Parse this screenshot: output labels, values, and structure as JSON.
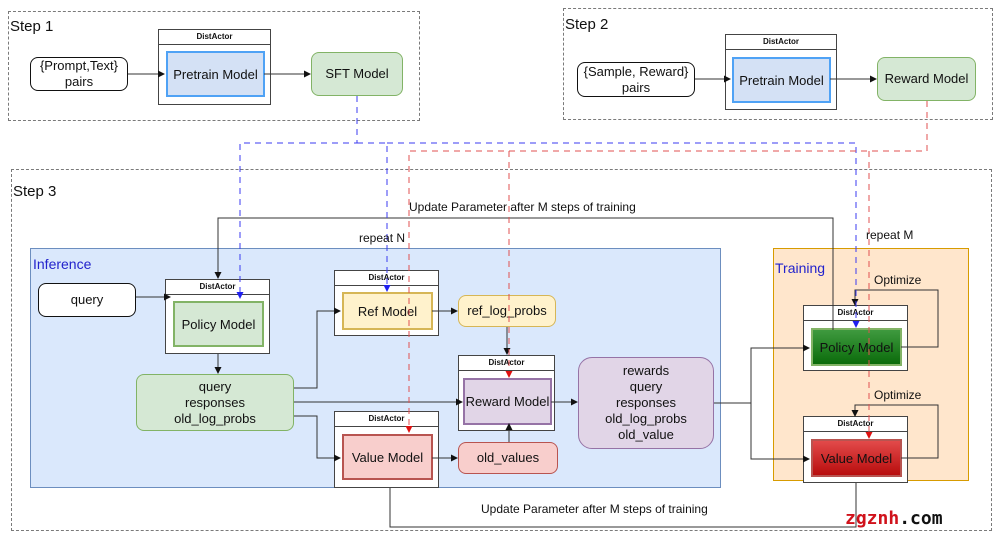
{
  "steps": {
    "step1": {
      "label": "Step 1",
      "input": {
        "line1": "{Prompt,Text}",
        "line2": "pairs"
      },
      "container_title": "DistActor",
      "model": "Pretrain Model",
      "output": "SFT Model"
    },
    "step2": {
      "label": "Step 2",
      "input": {
        "line1": "{Sample, Reward}",
        "line2": "pairs"
      },
      "container_title": "DistActor",
      "model": "Pretrain Model",
      "output": "Reward Model"
    },
    "step3": {
      "label": "Step 3",
      "update_top": "Update Parameter after M steps of training",
      "update_bottom": "Update Parameter after M steps of training",
      "repeat_n": "repeat N",
      "repeat_m": "repeat M",
      "inference": {
        "label": "Inference",
        "query": "query",
        "policy": {
          "container_title": "DistActor",
          "model": "Policy Model"
        },
        "outputs": {
          "lines": [
            "query",
            "responses",
            "old_log_probs"
          ]
        },
        "ref": {
          "container_title": "DistActor",
          "model": "Ref Model"
        },
        "ref_output": "ref_log_probs",
        "reward": {
          "container_title": "DistActor",
          "model": "Reward Model"
        },
        "value": {
          "container_title": "DistActor",
          "model": "Value Model"
        },
        "value_output": "old_values",
        "batch": {
          "lines": [
            "rewards",
            "query",
            "responses",
            "old_log_probs",
            "old_value"
          ]
        }
      },
      "training": {
        "label": "Training",
        "policy": {
          "container_title": "DistActor",
          "model": "Policy Model",
          "loop_label": "Optimize"
        },
        "value": {
          "container_title": "DistActor",
          "model": "Value Model",
          "loop_label": "Optimize"
        }
      }
    }
  },
  "colors": {
    "sft_link": "#3b3bf0",
    "reward_link": "#e05050",
    "inference_label": "#2222cc",
    "watermark_accent": "#d0121b",
    "watermark_dark": "#111111"
  },
  "watermark": {
    "part1": "zgznh",
    "part2": ".com"
  }
}
